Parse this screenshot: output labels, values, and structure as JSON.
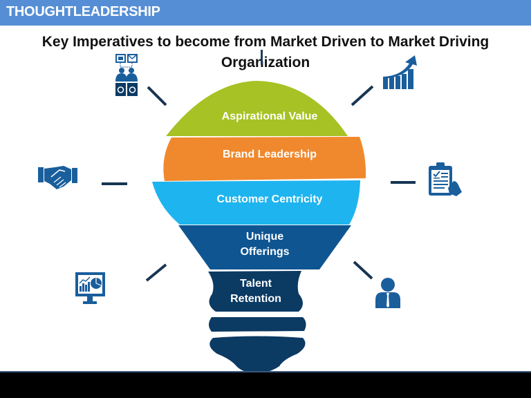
{
  "header": {
    "title": "THOUGHTLEADERSHIP",
    "color": "#558ed5"
  },
  "slide": {
    "title_line1": "Key Imperatives to become  from Market Driven to Market Driving",
    "title_line2": "Organization"
  },
  "bulb_layers": [
    {
      "label": "Aspirational Value",
      "color": "#a6c224"
    },
    {
      "label": "Brand Leadership",
      "color": "#f0892e"
    },
    {
      "label": "Customer Centricity",
      "color": "#1eb4ef"
    },
    {
      "label_line1": "Unique",
      "label_line2": "Offerings",
      "color": "#0e5592"
    },
    {
      "label_line1": "Talent",
      "label_line2": "Retention",
      "color": "#0b3a63"
    }
  ],
  "icons": [
    {
      "name": "team-communication-icon",
      "position": "top-left"
    },
    {
      "name": "growth-chart-arrow-icon",
      "position": "top-right"
    },
    {
      "name": "handshake-icon",
      "position": "middle-left"
    },
    {
      "name": "clipboard-checklist-icon",
      "position": "middle-right"
    },
    {
      "name": "analytics-monitor-icon",
      "position": "bottom-left"
    },
    {
      "name": "businessman-icon",
      "position": "bottom-right"
    }
  ],
  "colors": {
    "icon_blue": "#1a5e9c",
    "ray_dark": "#173552",
    "footer": "#000000"
  }
}
